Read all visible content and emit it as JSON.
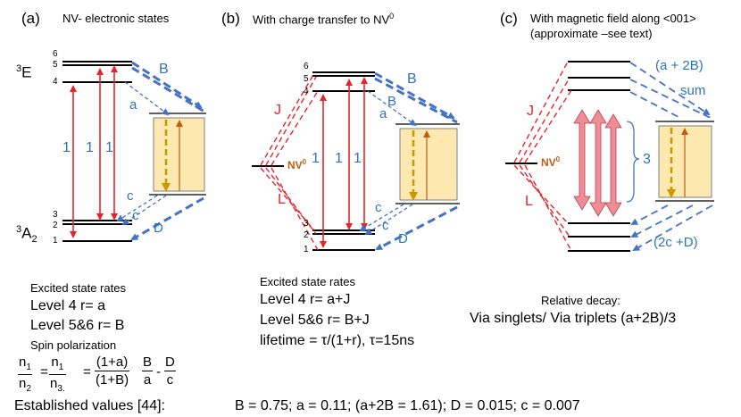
{
  "panels": {
    "a": {
      "tag": "(a)",
      "title": "NV- electronic states"
    },
    "b": {
      "tag": "(b)",
      "title": "With charge transfer to NV",
      "title_sup": "0"
    },
    "c": {
      "tag": "(c)",
      "title": "With magnetic field along <001>",
      "title2": "(approximate –see text)"
    }
  },
  "state_labels": {
    "e_base": "3",
    "e_sym": "E",
    "a_base": "3",
    "a_sym": "A",
    "a_sub": "2",
    "nv0": "NV",
    "nv0_sup": "0"
  },
  "level_numbers": [
    "1",
    "2",
    "3",
    "4",
    "5",
    "6"
  ],
  "rate_labels": {
    "one": "1",
    "a": "a",
    "B": "B",
    "c": "c",
    "D": "D",
    "J": "J",
    "L": "L",
    "sum_top": "(a + 2B)",
    "sum_word": "sum",
    "sum_bottom": "(2c +D)",
    "three": "3"
  },
  "rates_a": {
    "heading": "Excited state rates",
    "line1": "Level 4  r= a",
    "line2": "Level 5&6 r= B",
    "spin": "Spin polarization"
  },
  "rates_b": {
    "heading": "Excited state rates",
    "line1": "Level 4  r= a+J",
    "line2": "Level 5&6  r= B+J",
    "line3": "lifetime = τ/(1+r), τ=15ns"
  },
  "rates_c": {
    "heading": "Relative decay:",
    "line1": "Via singlets/ Via triplets  (a+2B)/3"
  },
  "formula": {
    "n1": "n",
    "n1_sub": "1",
    "n2": "n",
    "n2_sub": "2",
    "n3": "n",
    "n3_sub": "3.",
    "num3": "(1+a)",
    "den3": "(1+B)",
    "B": "B",
    "a": "a",
    "D": "D",
    "c": "c",
    "eq": "=",
    "minus": "-"
  },
  "established": {
    "label": "Established values [44]:",
    "values": "B  =  0.75;    a  =  0.11; (a+2B = 1.61);  D  =   0.015;     c = 0.007"
  },
  "colors": {
    "red": "#e8232a",
    "blue": "#4473c5",
    "blue_text": "#2e75b6",
    "orange": "#c55a11",
    "box_fill": "#fde9b0",
    "box_dash": "#c79a00",
    "arrow_pink": "#f08c95"
  }
}
